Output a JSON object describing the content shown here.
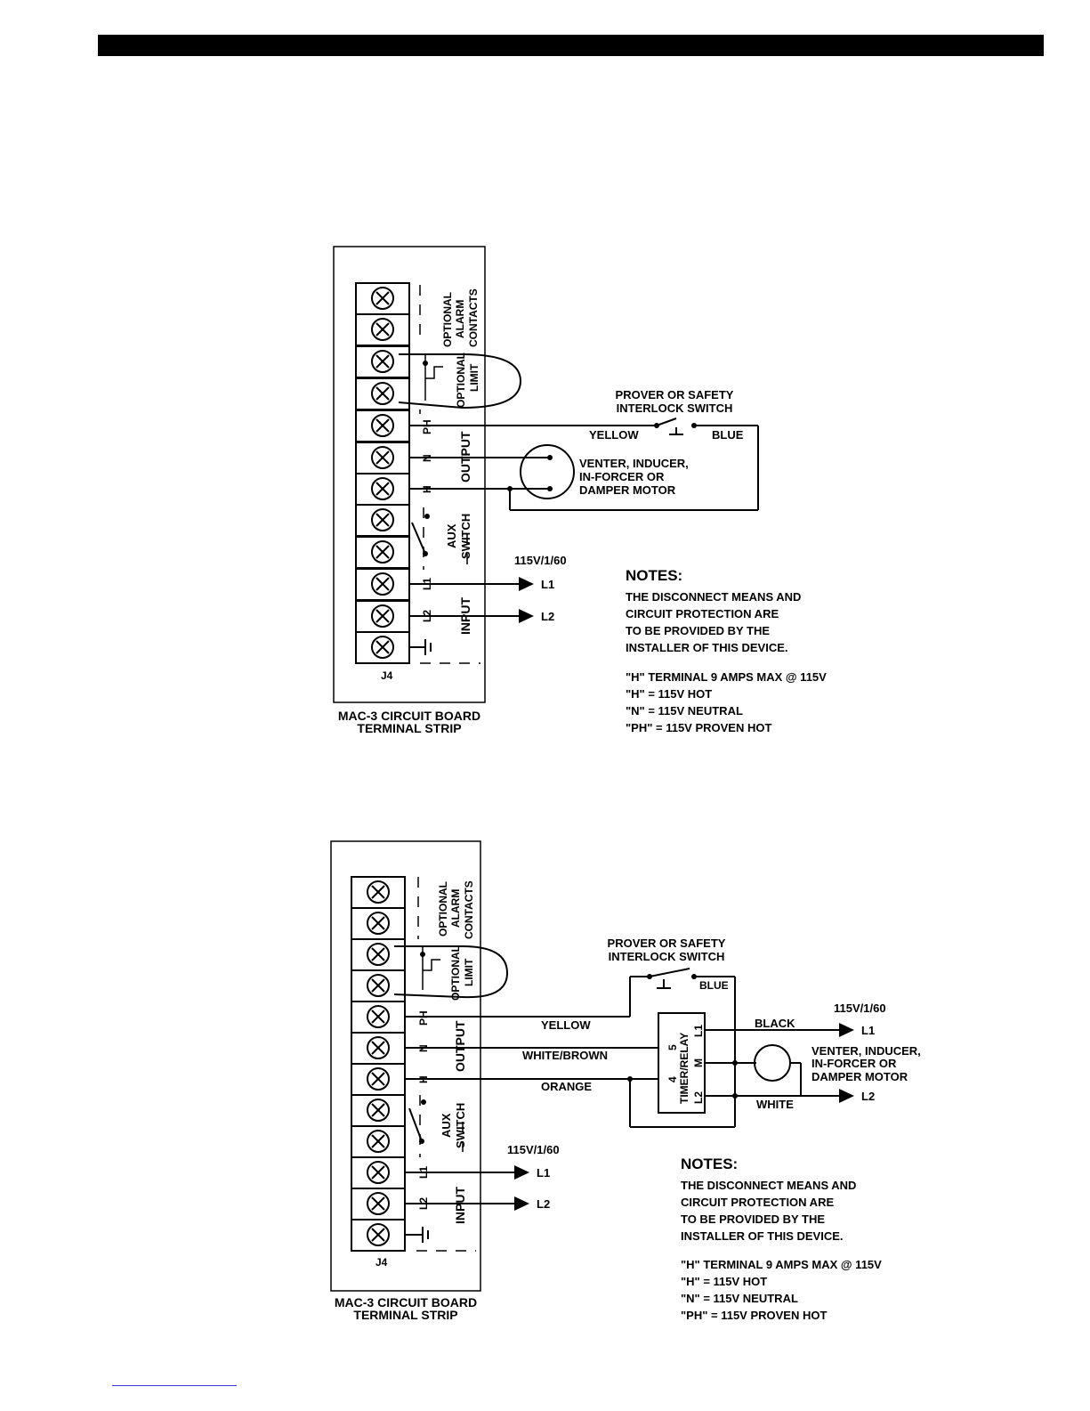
{
  "diagram1": {
    "vlabels": [
      "OPTIONAL",
      "ALARM",
      "CONTACTS",
      "OPTIONAL",
      "LIMIT",
      "OUTPUT",
      "AUX",
      "SWITCH",
      "INPUT"
    ],
    "terminals": [
      "PH",
      "N",
      "H",
      "L1",
      "L2"
    ],
    "j4": "J4",
    "board_title": [
      "MAC-3 CIRCUIT BOARD",
      "TERMINAL STRIP"
    ],
    "prover": [
      "PROVER OR SAFETY",
      "INTERLOCK SWITCH"
    ],
    "yellow": "YELLOW",
    "blue": "BLUE",
    "motor": [
      "VENTER, INDUCER,",
      "IN-FORCER OR",
      "DAMPER MOTOR"
    ],
    "supply": "115V/1/60",
    "l1": "L1",
    "l2": "L2",
    "notes_title": "NOTES:",
    "notes": [
      "THE DISCONNECT MEANS AND",
      "CIRCUIT PROTECTION ARE",
      "TO BE PROVIDED BY THE",
      "INSTALLER OF THIS DEVICE."
    ],
    "ratings": [
      "\"H\" TERMINAL 9 AMPS MAX @ 115V",
      "\"H\"   = 115V HOT",
      "\"N\"   = 115V NEUTRAL",
      "\"PH\" = 115V PROVEN HOT"
    ]
  },
  "diagram2": {
    "vlabels": [
      "OPTIONAL",
      "ALARM",
      "CONTACTS",
      "OPTIONAL",
      "LIMIT",
      "OUTPUT",
      "AUX",
      "SWITCH",
      "INPUT"
    ],
    "terminals": [
      "PH",
      "N",
      "H",
      "L1",
      "L2"
    ],
    "j4": "J4",
    "board_title": [
      "MAC-3 CIRCUIT BOARD",
      "TERMINAL STRIP"
    ],
    "prover": [
      "PROVER OR SAFETY",
      "INTERLOCK SWITCH"
    ],
    "blue": "BLUE",
    "yellow": "YELLOW",
    "white_brown": "WHITE/BROWN",
    "orange": "ORANGE",
    "relay": [
      "TIMER/RELAY",
      "5",
      "4",
      "L1",
      "M",
      "L2"
    ],
    "black": "BLACK",
    "white": "WHITE",
    "supply_top": "115V/1/60",
    "motor": [
      "VENTER, INDUCER,",
      "IN-FORCER OR",
      "DAMPER MOTOR"
    ],
    "supply": "115V/1/60",
    "l1": "L1",
    "l2": "L2",
    "notes_title": "NOTES:",
    "notes": [
      "THE DISCONNECT MEANS AND",
      "CIRCUIT PROTECTION ARE",
      "TO BE PROVIDED BY THE",
      "INSTALLER OF THIS DEVICE."
    ],
    "ratings": [
      "\"H\" TERMINAL 9 AMPS MAX @ 115V",
      "\"H\"   = 115V HOT",
      "\"N\"   = 115V NEUTRAL",
      "\"PH\" = 115V PROVEN HOT"
    ]
  }
}
